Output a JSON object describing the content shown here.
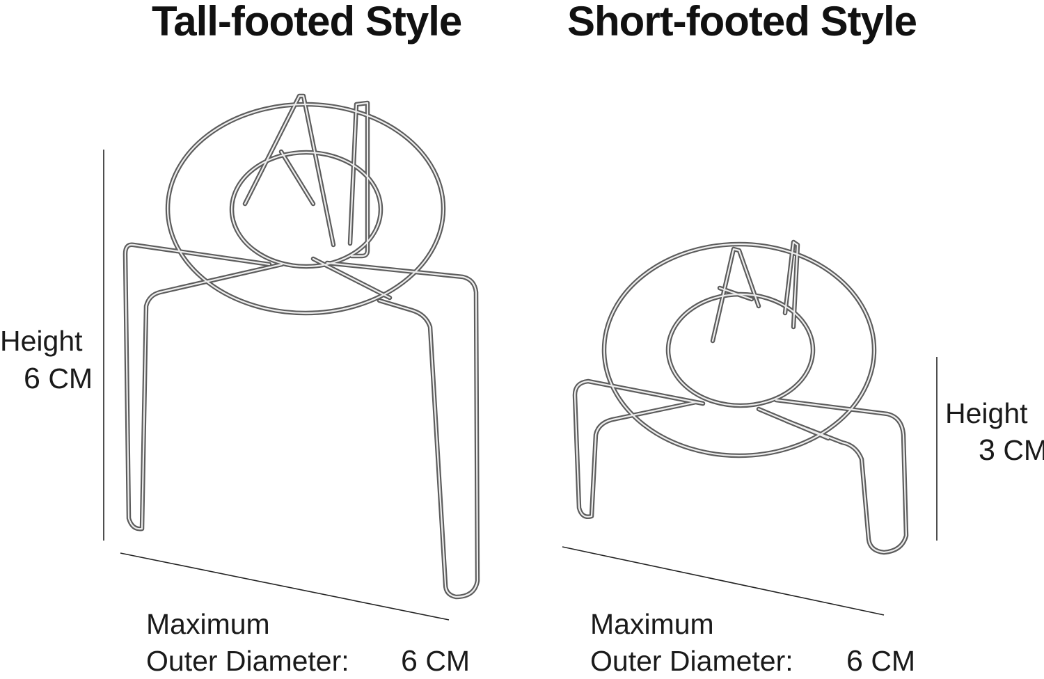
{
  "titles": {
    "tall": "Tall-footed Style",
    "short": "Short-footed Style"
  },
  "tall": {
    "height_label": "Height",
    "height_value": "6",
    "height_unit": "CM",
    "max_label": "Maximum",
    "od_label": "Outer Diameter:",
    "od_value": "6",
    "od_unit": "CM"
  },
  "short": {
    "height_label": "Height",
    "height_value": "3",
    "height_unit": "CM",
    "max_label": "Maximum",
    "od_label": "Outer Diameter:",
    "od_value": "6",
    "od_unit": "CM"
  },
  "colors": {
    "wire_dark": "#5c5c5c",
    "wire_highlight": "#eeeeee",
    "dimension_line": "#222222",
    "text": "#111111",
    "background": "#ffffff"
  }
}
